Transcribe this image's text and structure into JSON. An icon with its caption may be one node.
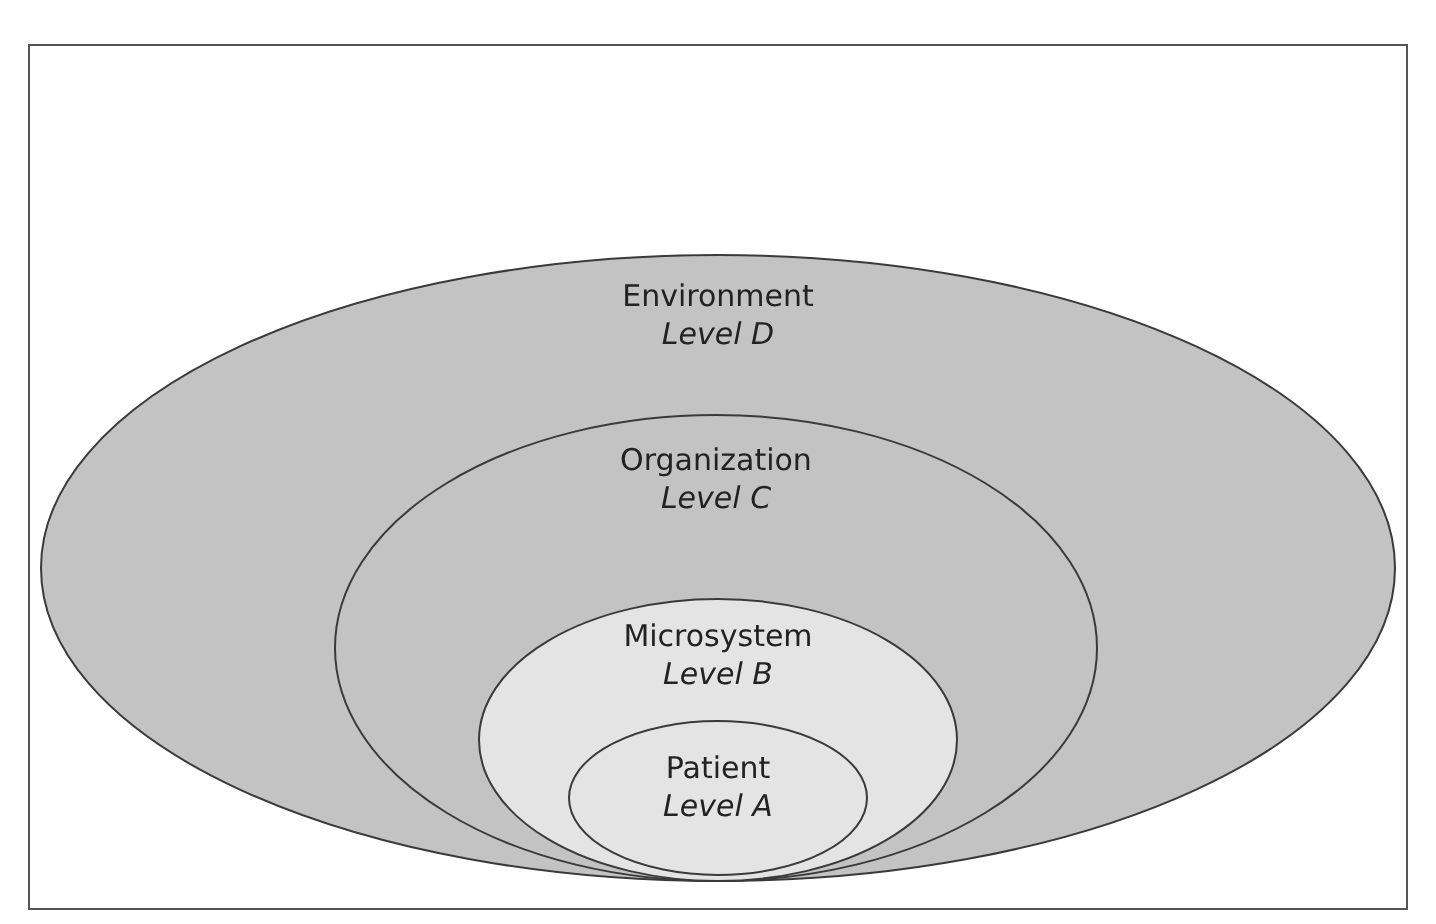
{
  "diagram": {
    "nodes": [
      {
        "text": [
          "Environment",
          "Level D"
        ]
      },
      {
        "text": [
          "Organization",
          "Level C"
        ],
        "in": 0
      },
      {
        "text": [
          "Microsystem",
          "Level B"
        ],
        "in": 1
      },
      {
        "text": [
          "Patient",
          "Level A"
        ],
        "in": 2
      }
    ]
  }
}
